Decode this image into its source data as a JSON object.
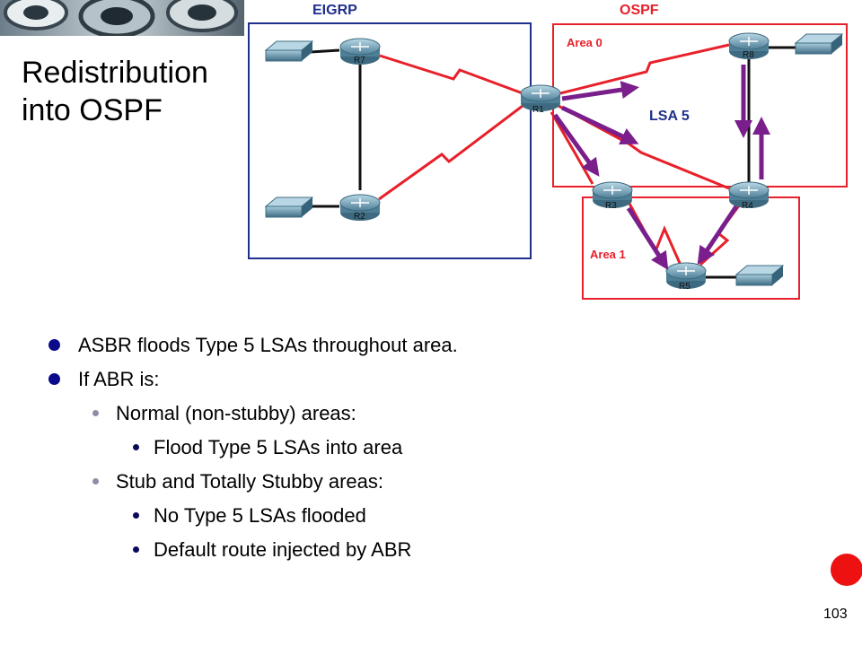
{
  "title": {
    "line1": "Redistribution",
    "line2": "into OSPF"
  },
  "diagram": {
    "domains": {
      "eigrp": "EIGRP",
      "ospf": "OSPF"
    },
    "areas": {
      "area0": "Area 0",
      "area1": "Area 1"
    },
    "lsa_label": "LSA 5",
    "routers": {
      "r1": "R1",
      "r2": "R2",
      "r3": "R3",
      "r4": "R4",
      "r5": "R5",
      "r7": "R7",
      "r8": "R8"
    },
    "colors": {
      "eigrp_box": "#1f2f8c",
      "ospf_box": "#e8202a",
      "link_red": "#e8202a",
      "arrow": "#7a1e8c",
      "label_red": "#e8202a",
      "label_blue": "#1f2f8c"
    }
  },
  "bullets": [
    {
      "level": 1,
      "text": "ASBR floods Type 5 LSAs throughout area."
    },
    {
      "level": 1,
      "text": "If ABR is:"
    },
    {
      "level": 2,
      "text": "Normal (non-stubby) areas:"
    },
    {
      "level": 3,
      "text": "Flood Type 5 LSAs into area"
    },
    {
      "level": 2,
      "text": "Stub and Totally Stubby areas:"
    },
    {
      "level": 3,
      "text": "No Type 5 LSAs flooded"
    },
    {
      "level": 3,
      "text": "Default route injected by ABR"
    }
  ],
  "page_number": "103"
}
